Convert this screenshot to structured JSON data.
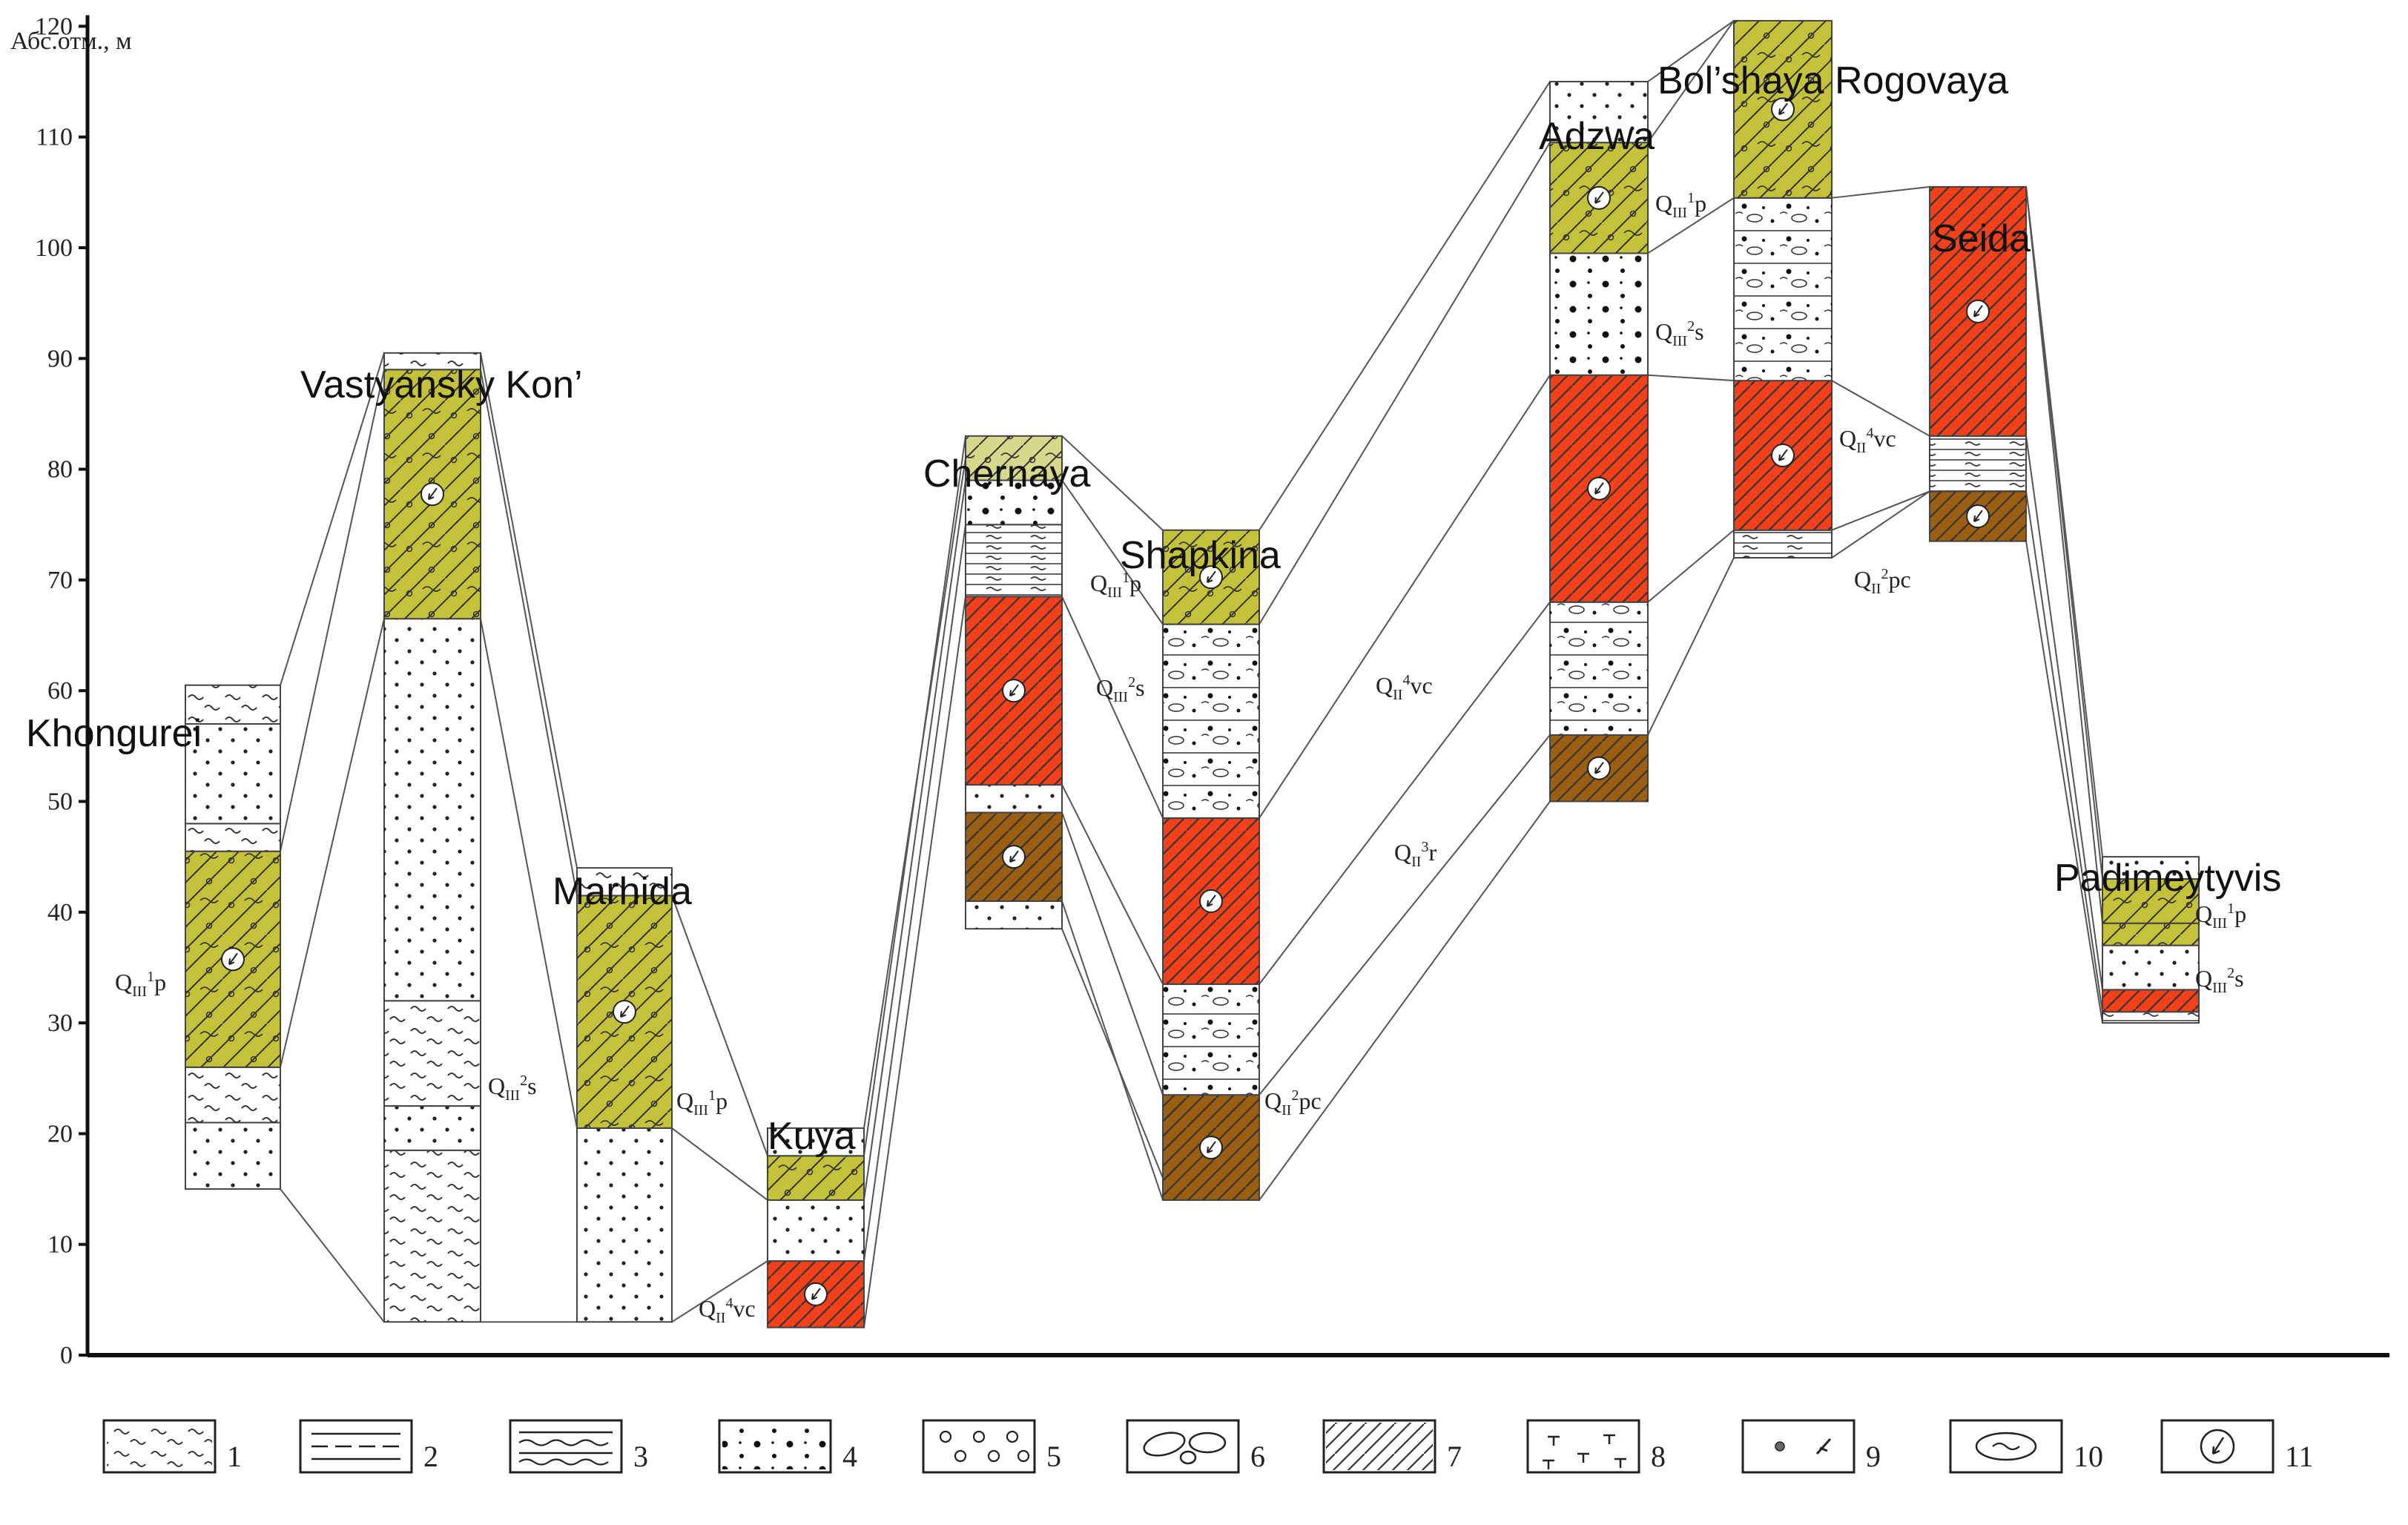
{
  "axis": {
    "label": "Абс.отм., м",
    "min": 0,
    "max": 120,
    "ticks": [
      "0",
      "10",
      "20",
      "30",
      "40",
      "50",
      "60",
      "70",
      "80",
      "90",
      "100",
      "110",
      "120"
    ]
  },
  "colors": {
    "olive": "#c4c23a",
    "red": "#f2401a",
    "brown": "#9a5f12",
    "pale_olive": "#d7d88c",
    "white": "#ffffff",
    "outline": "#444444"
  },
  "sections": [
    {
      "name": "Khongurei",
      "layers": [
        {
          "from": 15,
          "to": 21,
          "fill": "white",
          "pattern": "dots-small"
        },
        {
          "from": 21,
          "to": 26,
          "fill": "white",
          "pattern": "waves"
        },
        {
          "from": 26,
          "to": 45.5,
          "fill": "olive",
          "pattern": "hatch-sym"
        },
        {
          "from": 45.5,
          "to": 48,
          "fill": "white",
          "pattern": "waves"
        },
        {
          "from": 48,
          "to": 57,
          "fill": "white",
          "pattern": "dots-small"
        },
        {
          "from": 57,
          "to": 60.5,
          "fill": "white",
          "pattern": "waves"
        }
      ]
    },
    {
      "name": "Vastyansky Kon’",
      "layers": [
        {
          "from": 3,
          "to": 18.5,
          "fill": "white",
          "pattern": "waves"
        },
        {
          "from": 18.5,
          "to": 22.5,
          "fill": "white",
          "pattern": "dots-small"
        },
        {
          "from": 22.5,
          "to": 32,
          "fill": "white",
          "pattern": "waves"
        },
        {
          "from": 32,
          "to": 66.5,
          "fill": "white",
          "pattern": "dots-small"
        },
        {
          "from": 66.5,
          "to": 89,
          "fill": "olive",
          "pattern": "hatch-sym"
        },
        {
          "from": 89,
          "to": 90.5,
          "fill": "white",
          "pattern": "waves"
        }
      ]
    },
    {
      "name": "Marhida",
      "layers": [
        {
          "from": 3,
          "to": 20.5,
          "fill": "white",
          "pattern": "dots-small"
        },
        {
          "from": 20.5,
          "to": 41.5,
          "fill": "olive",
          "pattern": "hatch-sym"
        },
        {
          "from": 41.5,
          "to": 44,
          "fill": "white",
          "pattern": "waves"
        }
      ]
    },
    {
      "name": "Kuya",
      "layers": [
        {
          "from": 2.5,
          "to": 8.5,
          "fill": "red",
          "pattern": "hatch"
        },
        {
          "from": 8.5,
          "to": 14,
          "fill": "white",
          "pattern": "dots-small"
        },
        {
          "from": 14,
          "to": 18,
          "fill": "olive",
          "pattern": "hatch-sym"
        },
        {
          "from": 18,
          "to": 20.5,
          "fill": "white",
          "pattern": "dots-small"
        }
      ]
    },
    {
      "name": "Chernaya",
      "layers": [
        {
          "from": 38.5,
          "to": 41,
          "fill": "white",
          "pattern": "dots-small"
        },
        {
          "from": 41,
          "to": 49,
          "fill": "brown",
          "pattern": "hatch"
        },
        {
          "from": 49,
          "to": 51.5,
          "fill": "white",
          "pattern": "dots-small"
        },
        {
          "from": 51.5,
          "to": 68.5,
          "fill": "red",
          "pattern": "hatch"
        },
        {
          "from": 68.5,
          "to": 75,
          "fill": "white",
          "pattern": "lines"
        },
        {
          "from": 75,
          "to": 79,
          "fill": "white",
          "pattern": "dots-large"
        },
        {
          "from": 79,
          "to": 83,
          "fill": "pale_olive",
          "pattern": "hatch-sym"
        }
      ]
    },
    {
      "name": "Shapkina",
      "layers": [
        {
          "from": 14,
          "to": 23.5,
          "fill": "brown",
          "pattern": "hatch"
        },
        {
          "from": 23.5,
          "to": 33.5,
          "fill": "white",
          "pattern": "gravel"
        },
        {
          "from": 33.5,
          "to": 48.5,
          "fill": "red",
          "pattern": "hatch"
        },
        {
          "from": 48.5,
          "to": 66,
          "fill": "white",
          "pattern": "gravel"
        },
        {
          "from": 66,
          "to": 74.5,
          "fill": "olive",
          "pattern": "hatch-sym"
        }
      ]
    },
    {
      "name": "Adzwa",
      "layers": [
        {
          "from": 50,
          "to": 56,
          "fill": "brown",
          "pattern": "hatch"
        },
        {
          "from": 56,
          "to": 68,
          "fill": "white",
          "pattern": "gravel"
        },
        {
          "from": 68,
          "to": 88.5,
          "fill": "red",
          "pattern": "hatch"
        },
        {
          "from": 88.5,
          "to": 99.5,
          "fill": "white",
          "pattern": "dots-large"
        },
        {
          "from": 99.5,
          "to": 109.5,
          "fill": "olive",
          "pattern": "hatch-sym"
        },
        {
          "from": 109.5,
          "to": 115,
          "fill": "white",
          "pattern": "dots-small"
        }
      ]
    },
    {
      "name": "Bol’shaya Rogovaya",
      "layers": [
        {
          "from": 72,
          "to": 74.5,
          "fill": "white",
          "pattern": "lines"
        },
        {
          "from": 74.5,
          "to": 88,
          "fill": "red",
          "pattern": "hatch"
        },
        {
          "from": 88,
          "to": 104.5,
          "fill": "white",
          "pattern": "gravel"
        },
        {
          "from": 104.5,
          "to": 120.5,
          "fill": "olive",
          "pattern": "hatch-sym"
        }
      ]
    },
    {
      "name": "Seida",
      "layers": [
        {
          "from": 73.5,
          "to": 78,
          "fill": "brown",
          "pattern": "hatch"
        },
        {
          "from": 78,
          "to": 83,
          "fill": "white",
          "pattern": "lines"
        },
        {
          "from": 83,
          "to": 105.5,
          "fill": "red",
          "pattern": "hatch"
        }
      ]
    },
    {
      "name": "Padimeytyvis",
      "layers": [
        {
          "from": 30,
          "to": 31,
          "fill": "white",
          "pattern": "lines"
        },
        {
          "from": 31,
          "to": 33,
          "fill": "red",
          "pattern": "hatch"
        },
        {
          "from": 33,
          "to": 37,
          "fill": "white",
          "pattern": "dots-small"
        },
        {
          "from": 37,
          "to": 39,
          "fill": "olive",
          "pattern": "hatch-sym"
        },
        {
          "from": 39,
          "to": 43,
          "fill": "olive",
          "pattern": "hatch-sym"
        },
        {
          "from": 43,
          "to": 45,
          "fill": "white",
          "pattern": "dots-small"
        }
      ]
    }
  ],
  "correlations": [
    [
      0,
      45.5,
      1,
      89
    ],
    [
      0,
      26,
      1,
      66.5
    ],
    [
      0,
      60.5,
      1,
      90.5
    ],
    [
      0,
      15,
      1,
      3
    ],
    [
      1,
      89,
      2,
      41.5
    ],
    [
      1,
      66.5,
      2,
      20.5
    ],
    [
      1,
      90.5,
      2,
      44
    ],
    [
      1,
      3,
      2,
      3
    ],
    [
      2,
      41.5,
      3,
      18
    ],
    [
      2,
      20.5,
      3,
      14
    ],
    [
      2,
      3,
      3,
      8.5
    ],
    [
      3,
      2.5,
      4,
      68.5
    ],
    [
      3,
      8.5,
      4,
      75
    ],
    [
      3,
      14,
      4,
      79
    ],
    [
      3,
      18,
      4,
      83
    ],
    [
      3,
      20.5,
      4,
      81
    ],
    [
      4,
      83,
      5,
      74.5
    ],
    [
      4,
      79,
      5,
      66
    ],
    [
      4,
      68.5,
      5,
      48.5
    ],
    [
      4,
      51.5,
      5,
      33.5
    ],
    [
      4,
      49,
      5,
      23.5
    ],
    [
      4,
      41,
      5,
      14
    ],
    [
      4,
      38.5,
      5,
      16
    ],
    [
      5,
      74.5,
      6,
      115
    ],
    [
      5,
      66,
      6,
      109.5
    ],
    [
      5,
      48.5,
      6,
      88.5
    ],
    [
      5,
      33.5,
      6,
      68
    ],
    [
      5,
      23.5,
      6,
      56
    ],
    [
      5,
      14,
      6,
      50
    ],
    [
      6,
      115,
      7,
      120.5
    ],
    [
      6,
      109.5,
      7,
      120.5
    ],
    [
      6,
      99.5,
      7,
      104.5
    ],
    [
      6,
      88.5,
      7,
      88
    ],
    [
      6,
      68,
      7,
      74.5
    ],
    [
      6,
      56,
      7,
      72
    ],
    [
      7,
      104.5,
      8,
      105.5
    ],
    [
      7,
      88,
      8,
      83
    ],
    [
      7,
      74.5,
      8,
      78
    ],
    [
      7,
      72,
      8,
      78
    ],
    [
      8,
      105.5,
      9,
      45
    ],
    [
      8,
      105.5,
      9,
      43
    ],
    [
      8,
      105.5,
      9,
      39
    ],
    [
      8,
      83,
      9,
      33
    ],
    [
      8,
      78,
      9,
      31
    ],
    [
      8,
      73.5,
      9,
      30
    ]
  ],
  "strat_labels": [
    {
      "base": "Q",
      "sub": "III",
      "sup": "1",
      "suffix": "p",
      "value": 40.5
    },
    {
      "base": "Q",
      "sub": "III",
      "sup": "2",
      "suffix": "s",
      "value": 23.5
    },
    {
      "base": "Q",
      "sub": "III",
      "sup": "1",
      "suffix": "p",
      "value": 23.5
    },
    {
      "base": "Q",
      "sub": "II",
      "sup": "4",
      "suffix": "vc",
      "value": 4
    },
    {
      "base": "Q",
      "sub": "III",
      "sup": "1",
      "suffix": "p",
      "value": 72.5
    },
    {
      "base": "Q",
      "sub": "III",
      "sup": "2",
      "suffix": "s",
      "value": 60.5
    },
    {
      "base": "Q",
      "sub": "II",
      "sup": "4",
      "suffix": "vc",
      "value": 61
    },
    {
      "base": "Q",
      "sub": "II",
      "sup": "3",
      "suffix": "r",
      "value": 46.5
    },
    {
      "base": "Q",
      "sub": "II",
      "sup": "2",
      "suffix": "pc",
      "value": 23.5
    },
    {
      "base": "Q",
      "sub": "III",
      "sup": "1",
      "suffix": "p",
      "value": 106.5
    },
    {
      "base": "Q",
      "sub": "III",
      "sup": "2",
      "suffix": "s",
      "value": 95.5
    },
    {
      "base": "Q",
      "sub": "II",
      "sup": "4",
      "suffix": "vc",
      "value": 85.5
    },
    {
      "base": "Q",
      "sub": "II",
      "sup": "2",
      "suffix": "pc",
      "value": 72.5
    },
    {
      "base": "Q",
      "sub": "III",
      "sup": "1",
      "suffix": "p",
      "value": 40.5
    },
    {
      "base": "Q",
      "sub": "III",
      "sup": "2",
      "suffix": "s",
      "value": 35
    }
  ],
  "legend": [
    {
      "number": "1",
      "pattern": "waves"
    },
    {
      "number": "2",
      "pattern": "dashes"
    },
    {
      "number": "3",
      "pattern": "lines-waves"
    },
    {
      "number": "4",
      "pattern": "dots-large"
    },
    {
      "number": "5",
      "pattern": "circles"
    },
    {
      "number": "6",
      "pattern": "pebbles"
    },
    {
      "number": "7",
      "pattern": "hatch"
    },
    {
      "number": "8",
      "pattern": "t-marks"
    },
    {
      "number": "9",
      "pattern": "inclusions"
    },
    {
      "number": "10",
      "pattern": "lens"
    },
    {
      "number": "11",
      "pattern": "circle-arrow"
    }
  ]
}
